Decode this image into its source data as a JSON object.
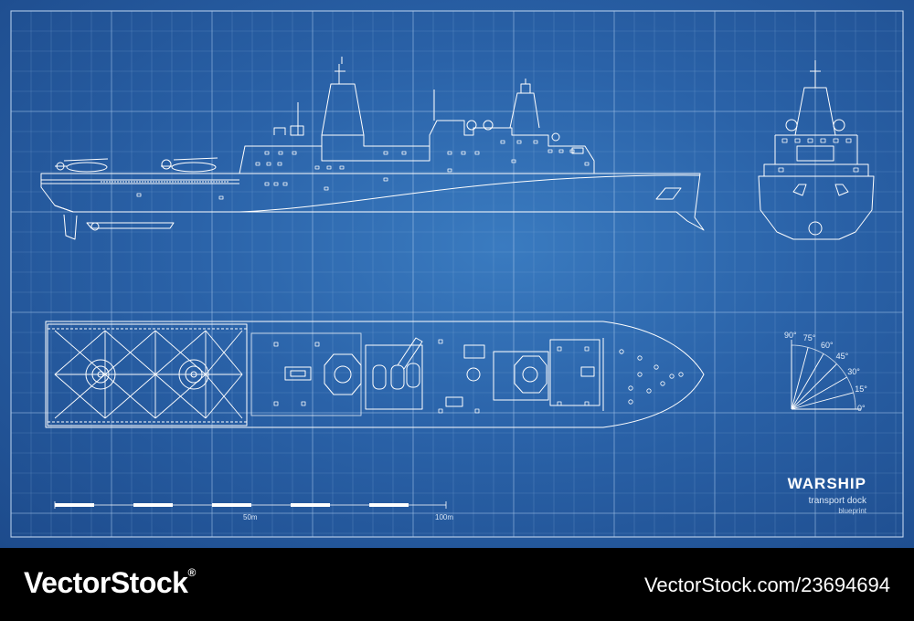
{
  "title_block": {
    "title": "WARSHIP",
    "subtitle": "transport dock",
    "caption": "blueprint"
  },
  "scale_bar": {
    "label_mid": "50m",
    "label_end": "100m"
  },
  "angle_gauge": {
    "labels": [
      "90°",
      "75°",
      "60°",
      "45°",
      "30°",
      "15°",
      "0°"
    ]
  },
  "watermark": {
    "brand": "VectorStock",
    "registered": "®",
    "site": "VectorStock.com/23694694"
  },
  "colors": {
    "blueprint_bg": "#2a62a8",
    "line": "#ffffff",
    "footer_bg": "#000000"
  }
}
